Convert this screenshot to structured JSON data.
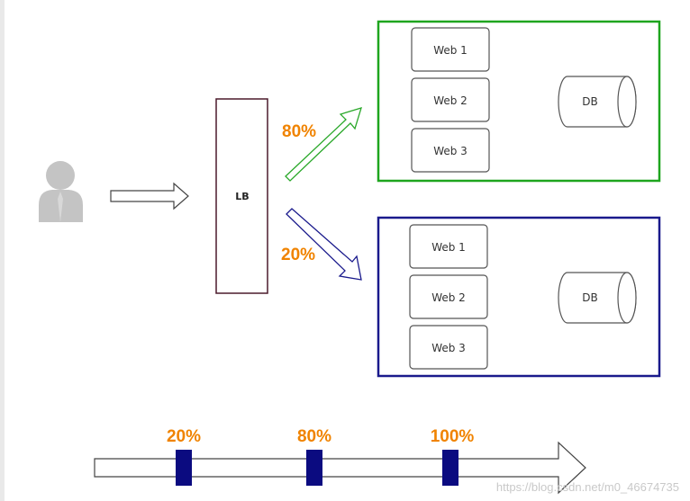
{
  "load_balancer": {
    "label": "LB"
  },
  "green_cluster": {
    "border_color": "#1ea51e",
    "percentage": "80%",
    "servers": [
      "Web 1",
      "Web 2",
      "Web 3"
    ],
    "database": "DB"
  },
  "blue_cluster": {
    "border_color": "#1a1a8c",
    "percentage": "20%",
    "servers": [
      "Web 1",
      "Web 2",
      "Web 3"
    ],
    "database": "DB"
  },
  "timeline": {
    "marker_color": "#0b0b80",
    "markers": [
      "20%",
      "80%",
      "100%"
    ]
  },
  "accent_color": "#f08300",
  "watermark": "https://blog.csdn.net/m0_46674735"
}
